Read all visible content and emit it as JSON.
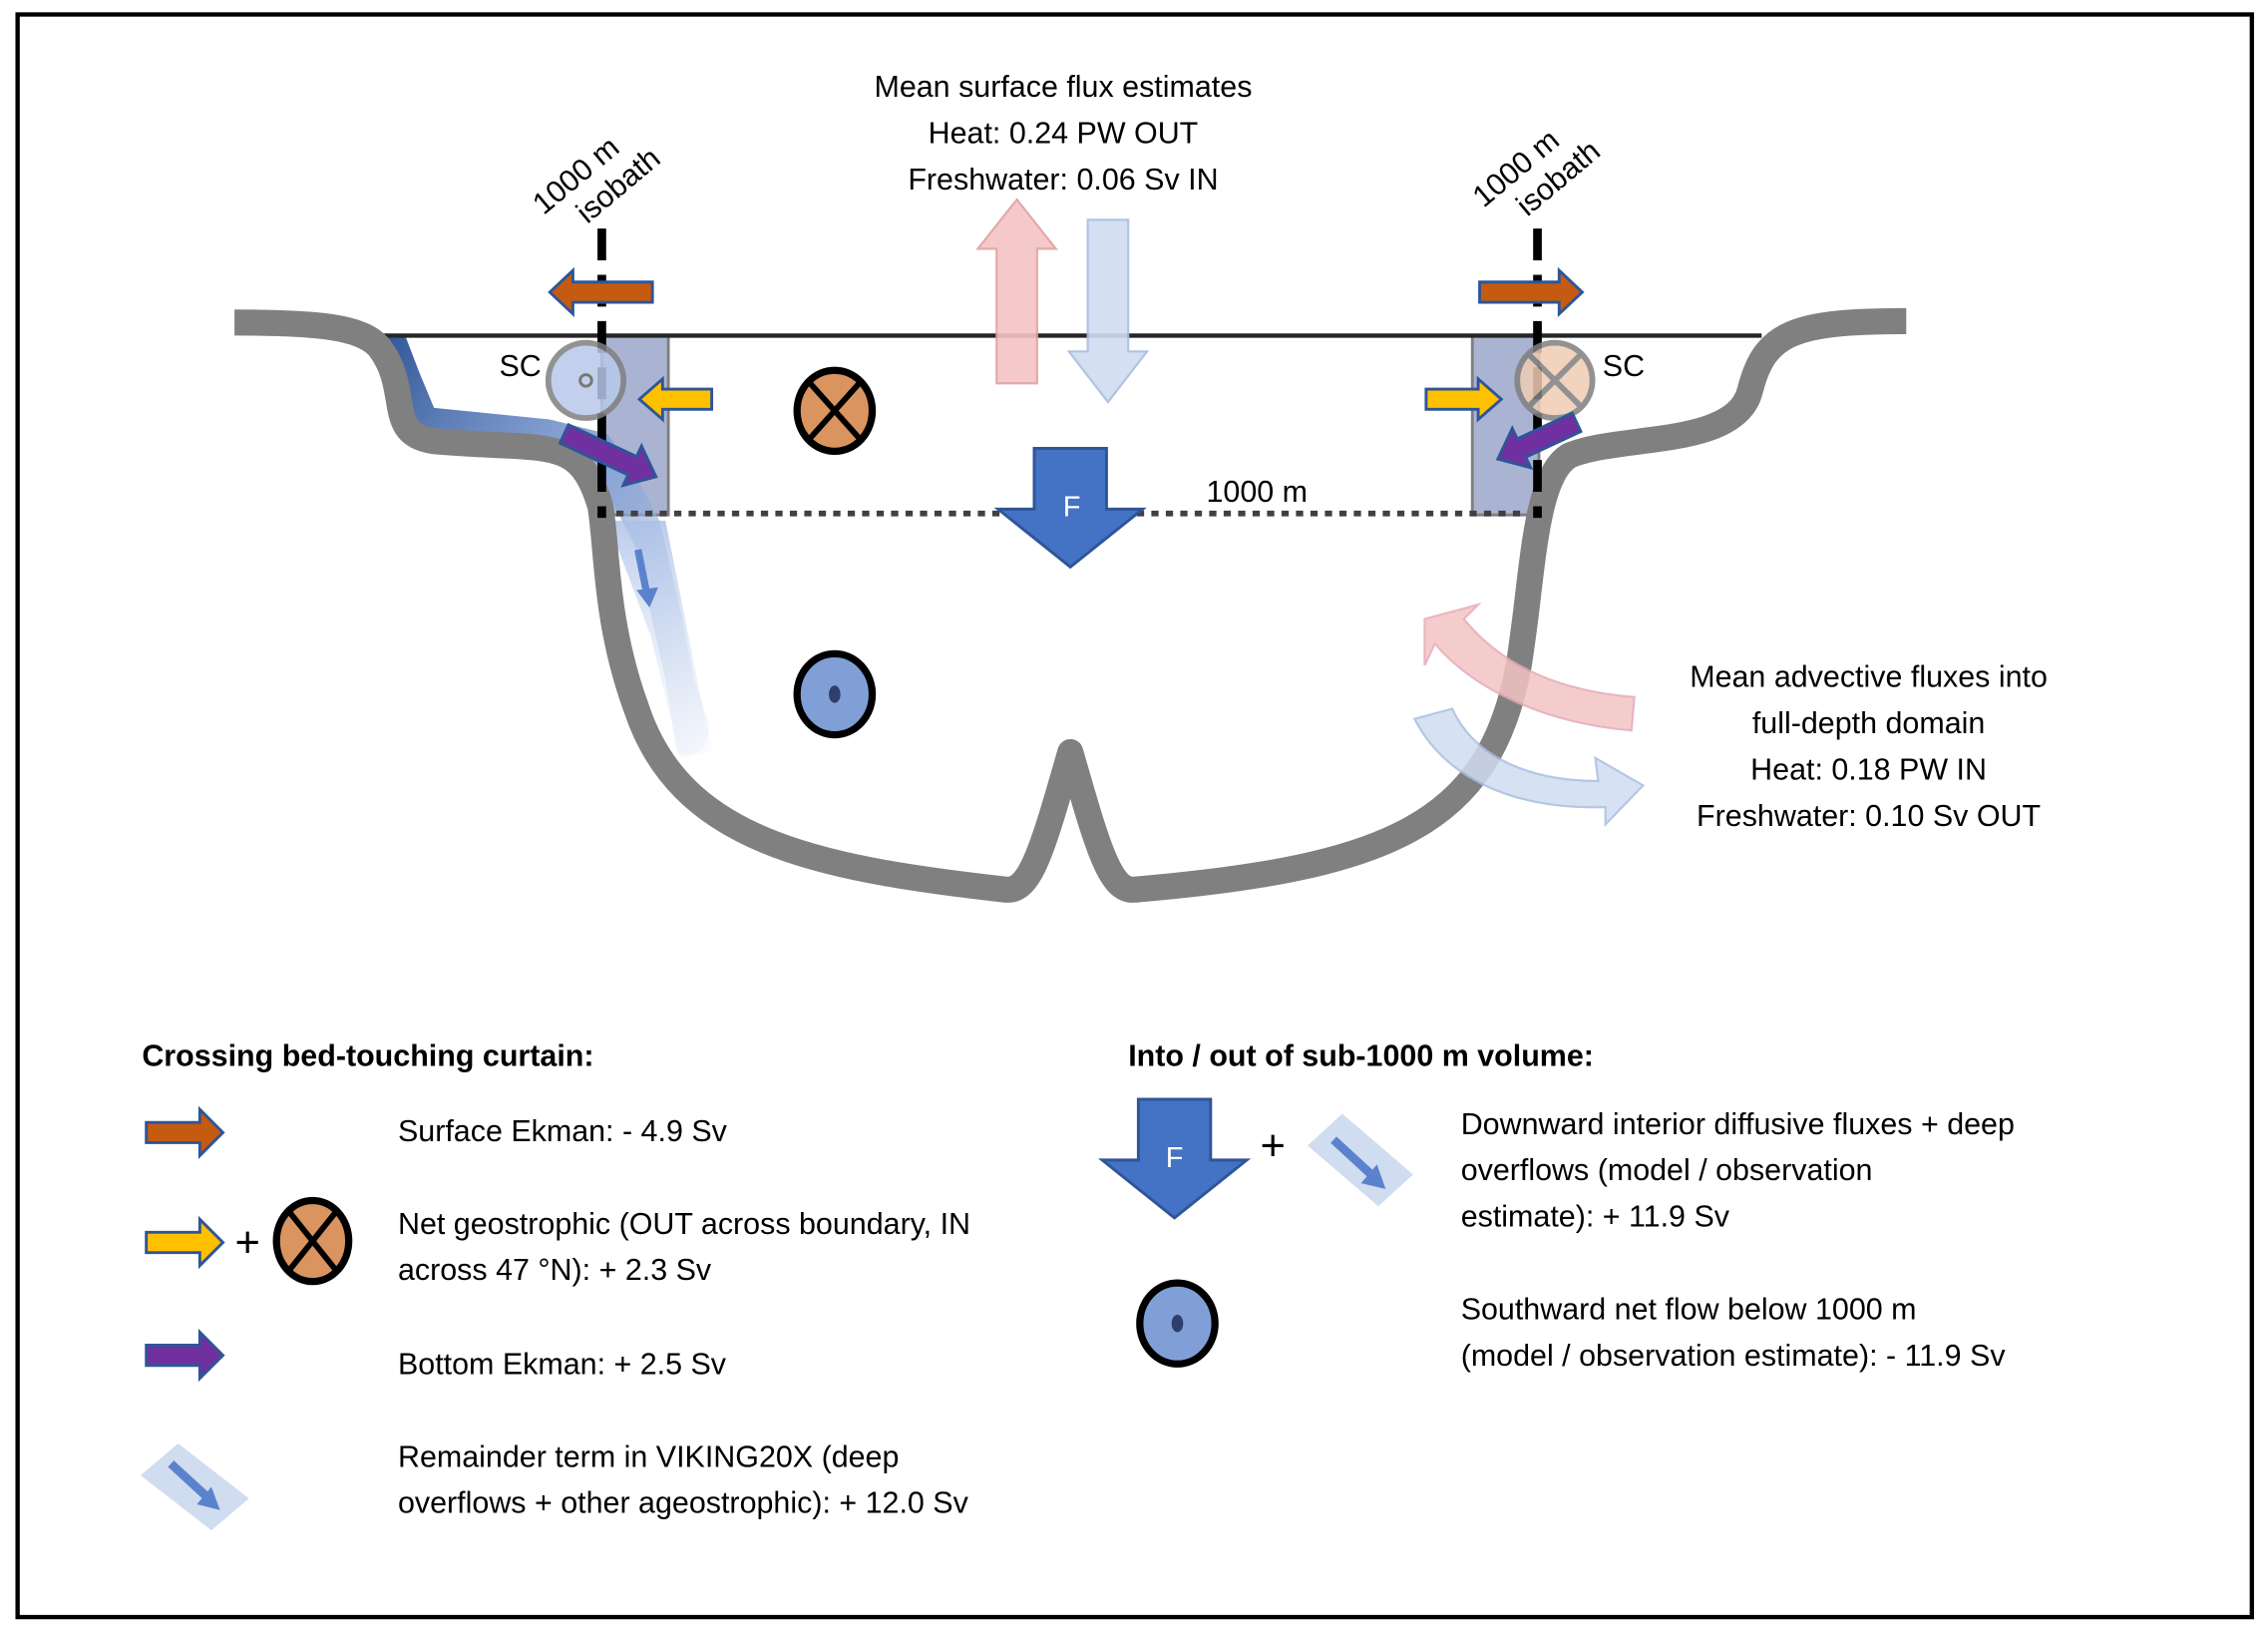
{
  "diagram": {
    "isobath_label_line1": "1000 m",
    "isobath_label_line2": "isobath",
    "sc_label": "SC",
    "depth_label": "1000 m",
    "F_label": "F",
    "surface_flux": {
      "title": "Mean surface flux estimates",
      "heat": "Heat: 0.24 PW OUT",
      "freshwater": "Freshwater: 0.06 Sv IN"
    },
    "advective_flux": {
      "title_line1": "Mean advective fluxes into",
      "title_line2": "full-depth domain",
      "heat": "Heat: 0.18 PW IN",
      "freshwater": "Freshwater: 0.10 Sv OUT"
    },
    "colors": {
      "seabed": "#808080",
      "surface_ekman": "#c55a11",
      "geostrophic": "#ffc000",
      "bottom_ekman": "#7030a0",
      "arrow_outline": "#2f5597",
      "downward_F": "#4472c4",
      "into_page": "#d99460",
      "out_of_page": "#7f9fd6",
      "heat_arrow": "#f4c4c4",
      "freshwater_arrow": "#d0dcf0",
      "curtain_box": "#aab4d2"
    }
  },
  "legend": {
    "left_header": "Crossing bed-touching curtain:",
    "right_header": "Into / out of sub-1000 m volume:",
    "plus": "+",
    "left_items": [
      {
        "icon": "orange-arrow",
        "line1": "Surface Ekman: - 4.9 Sv",
        "line2": ""
      },
      {
        "icon": "yellow-arrow-plus-into-page",
        "line1": "Net geostrophic (OUT across boundary, IN",
        "line2": "across 47 °N): + 2.3 Sv"
      },
      {
        "icon": "purple-arrow",
        "line1": "Bottom Ekman: + 2.5 Sv",
        "line2": ""
      },
      {
        "icon": "light-blue-remainder-arrow",
        "line1": "Remainder term in VIKING20X (deep",
        "line2": "overflows + other ageostrophic): + 12.0 Sv"
      }
    ],
    "right_items": [
      {
        "icon": "F-arrow-plus-remainder",
        "line1": "Downward interior diffusive fluxes + deep",
        "line2": "overflows (model / observation",
        "line3": "estimate): + 11.9 Sv"
      },
      {
        "icon": "out-of-page-circle",
        "line1": "Southward net flow below 1000 m",
        "line2": "(model / observation estimate): - 11.9 Sv"
      }
    ]
  }
}
